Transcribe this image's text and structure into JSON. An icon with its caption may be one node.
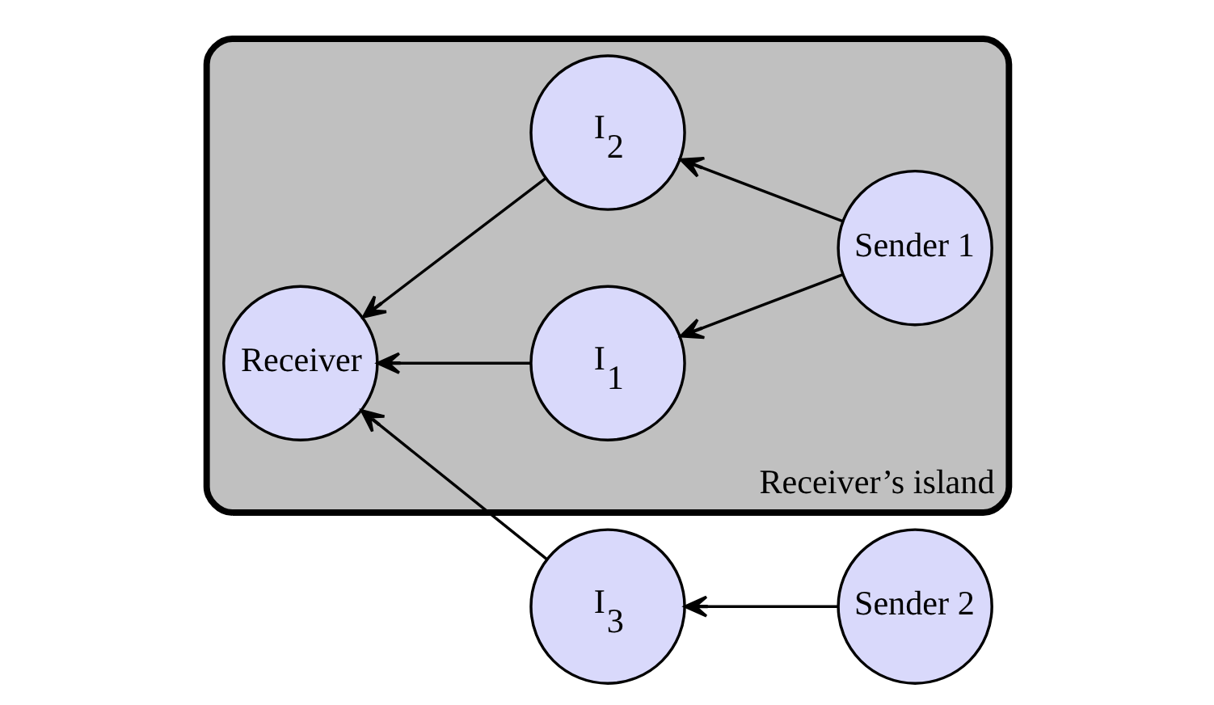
{
  "diagram": {
    "nodes": [
      {
        "text": [
          "I$_{3}$"
        ]
      },
      {
        "text": [
          "Sender 2"
        ]
      },
      {
        "text": [
          "Receiver’s island"
        ]
      },
      {
        "text": [
          "I$_{1}$"
        ],
        "in": 2
      },
      {
        "text": [
          "Receiver"
        ],
        "in": 2
      },
      {
        "text": [
          "Sender 1"
        ],
        "in": 2
      },
      {
        "text": [
          "I$_{2}$"
        ],
        "in": 2
      }
    ],
    "edges": [
      {
        "from": 1,
        "to": 0,
        "arrow": "to"
      },
      {
        "from": 0,
        "to": 4,
        "arrow": "to"
      },
      {
        "from": 3,
        "to": 4,
        "arrow": "to"
      },
      {
        "from": 5,
        "to": 3,
        "arrow": "to"
      },
      {
        "from": 6,
        "to": 4,
        "arrow": "to"
      },
      {
        "from": 5,
        "to": 6,
        "arrow": "to"
      }
    ]
  }
}
